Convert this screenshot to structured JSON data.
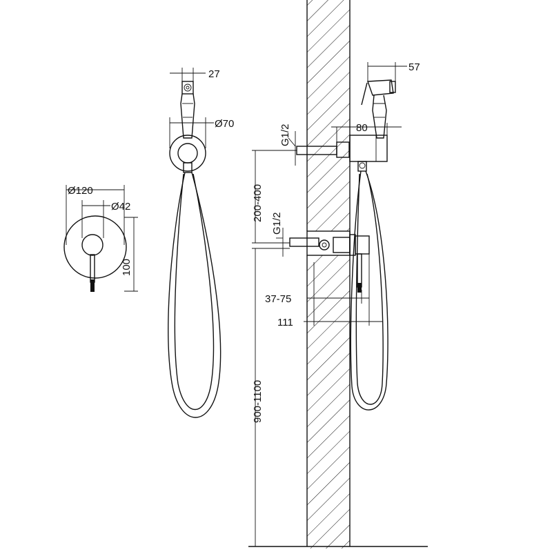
{
  "dimensions": {
    "spray_head_width": "27",
    "holder_diameter": "Ø70",
    "plate_diameter": "Ø120",
    "knob_diameter": "Ø42",
    "plate_height": "100",
    "head_side_width": "57",
    "holder_projection": "80",
    "upper_thread": "G1/2",
    "lower_thread": "G1/2",
    "outlet_spacing": "200-400",
    "mixer_depth": "37-75",
    "mixer_projection": "111",
    "mount_height": "900-1100"
  },
  "colors": {
    "line": "#111111",
    "background": "#ffffff"
  }
}
